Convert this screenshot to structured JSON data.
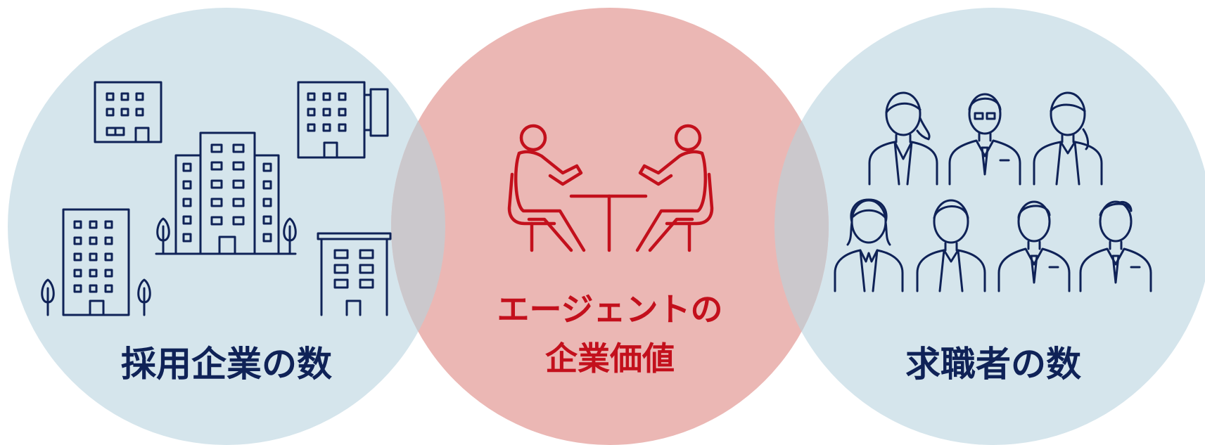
{
  "diagram": {
    "left": {
      "label": "採用企業の数",
      "icon": "buildings-icon"
    },
    "center": {
      "label_line1": "エージェントの",
      "label_line2": "企業価値",
      "icon": "meeting-icon"
    },
    "right": {
      "label": "求職者の数",
      "icon": "people-icon"
    }
  },
  "colors": {
    "side_circle": "#d5e5ec",
    "center_circle": "#ebb7b4",
    "overlap": "#cbc8cc",
    "navy": "#0f2257",
    "red": "#c3101c"
  }
}
